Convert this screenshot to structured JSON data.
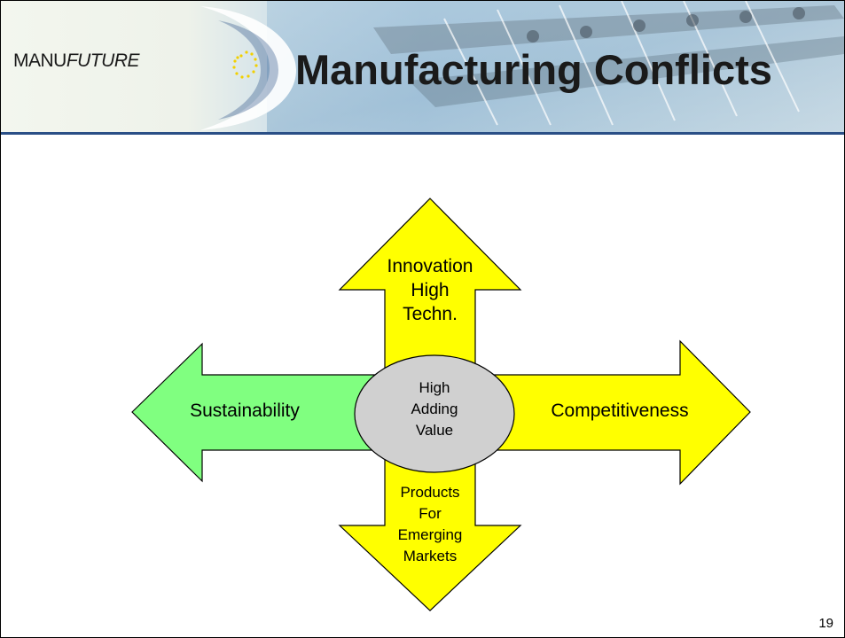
{
  "header": {
    "logo": {
      "prefix": "MANU",
      "suffix": "FUTURE"
    },
    "title": "Manufacturing Conflicts"
  },
  "diagram": {
    "up_arrow": {
      "lines": [
        "Innovation",
        "High",
        "Techn."
      ],
      "color": "#ffff00"
    },
    "right_arrow": {
      "label": "Competitiveness",
      "color": "#ffff00"
    },
    "left_arrow": {
      "label": "Sustainability",
      "color": "#80ff80"
    },
    "down_arrow": {
      "lines": [
        "Products",
        "For",
        "Emerging",
        "Markets"
      ],
      "color": "#ffff00"
    },
    "center": {
      "lines": [
        "High",
        "Adding",
        "Value"
      ],
      "color": "#d0d0d0"
    }
  },
  "footer": {
    "page_number": "19"
  }
}
